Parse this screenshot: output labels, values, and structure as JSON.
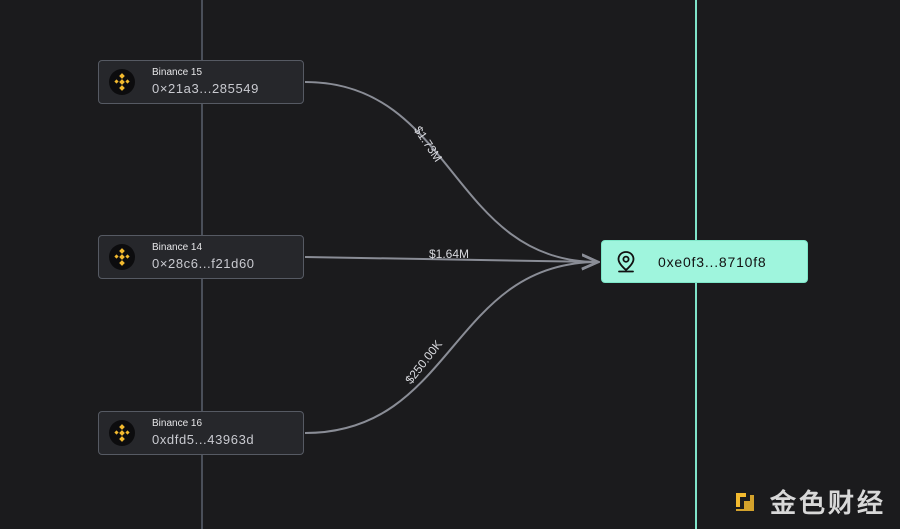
{
  "sources": [
    {
      "name": "Binance 15",
      "address": "0×21a3...285549",
      "icon": "binance-icon"
    },
    {
      "name": "Binance 14",
      "address": "0×28c6...f21d60",
      "icon": "binance-icon"
    },
    {
      "name": "Binance 16",
      "address": "0xdfd5...43963d",
      "icon": "binance-icon"
    }
  ],
  "target": {
    "address": "0xe0f3...8710f8",
    "icon": "location-pin-icon"
  },
  "edges": [
    {
      "from": "Binance 15",
      "to": "0xe0f3...8710f8",
      "amount": "$1.73M"
    },
    {
      "from": "Binance 14",
      "to": "0xe0f3...8710f8",
      "amount": "$1.64M"
    },
    {
      "from": "Binance 16",
      "to": "0xe0f3...8710f8",
      "amount": "$250.00K"
    }
  ],
  "watermark": {
    "text": "金色财经",
    "logo": "jinse-logo-icon"
  },
  "colors": {
    "background": "#1b1b1d",
    "node_fill": "#26272b",
    "node_border": "#565a63",
    "target_fill": "#9ff5dd",
    "edge": "#8a8d96",
    "accent_line": "#7fe3c8",
    "binance_yellow": "#f3ba2f"
  }
}
